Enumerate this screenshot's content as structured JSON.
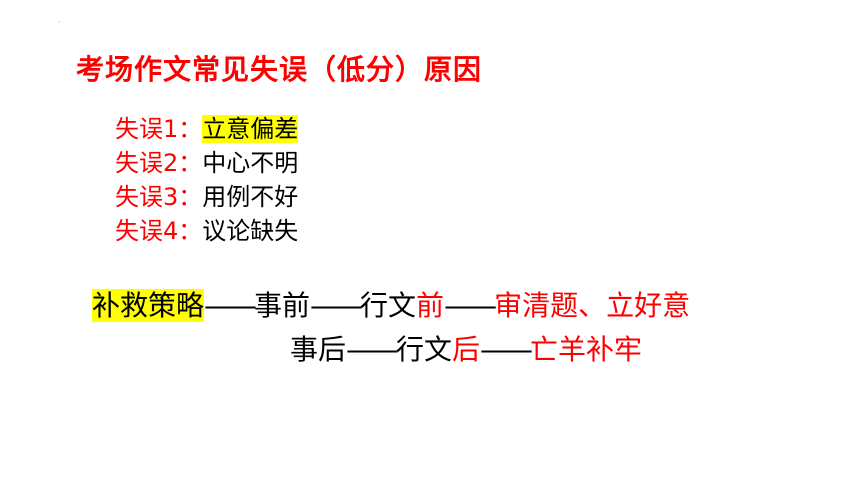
{
  "corner_mark": "·",
  "title": "考场作文常见失误（低分）原因",
  "errors": [
    {
      "label": "失误1：",
      "text": "立意偏差",
      "highlight": true
    },
    {
      "label": "失误2：",
      "text": "中心不明",
      "highlight": false
    },
    {
      "label": "失误3：",
      "text": "用例不好",
      "highlight": false
    },
    {
      "label": "失误4：",
      "text": "议论缺失",
      "highlight": false
    }
  ],
  "strategy": {
    "heading": "补救策略",
    "dash": "——",
    "before": {
      "when": "事前",
      "prefix": "行文",
      "key": "前",
      "action": "审清题、立好意"
    },
    "after": {
      "when": "事后",
      "prefix": "行文",
      "key": "后",
      "action": "亡羊补牢"
    }
  },
  "colors": {
    "accent": "#ff0000",
    "highlight": "#ffff00",
    "text": "#000000"
  }
}
